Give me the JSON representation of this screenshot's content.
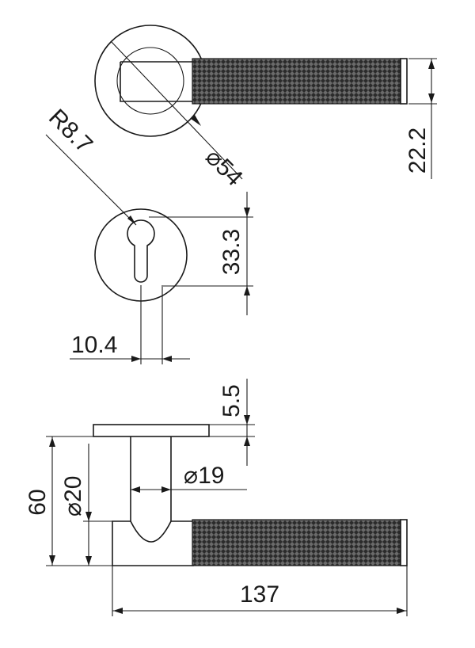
{
  "drawing": {
    "dimensions": {
      "rose_diameter": "54",
      "handle_height": "22.2",
      "keyhole_radius": "R8.7",
      "keyhole_height": "33.3",
      "keyhole_width": "10.4",
      "rose_thickness": "5.5",
      "spindle_diameter": "19",
      "neck_diameter": "20",
      "projection": "60",
      "handle_length": "137"
    },
    "diameter_symbol": "⌀",
    "colors": {
      "line": "#1a1a1a",
      "knurl_fill": "#2b2b2b",
      "background": "#ffffff"
    }
  }
}
